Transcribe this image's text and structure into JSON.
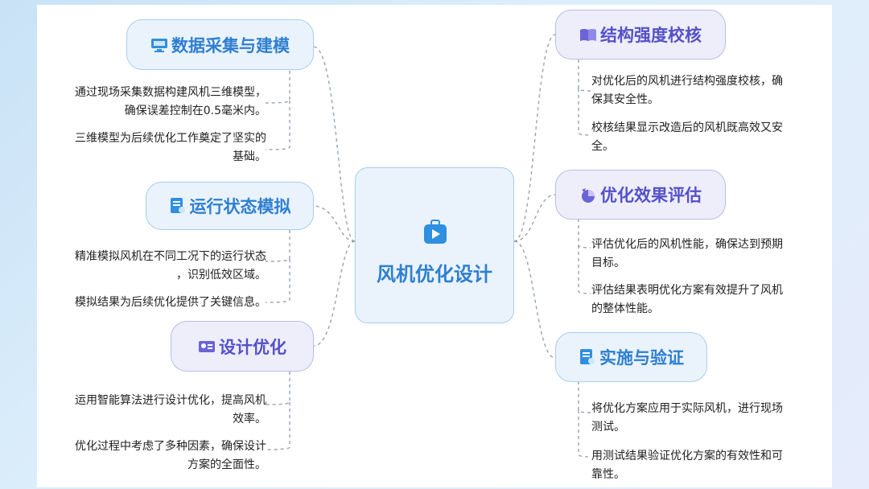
{
  "center": {
    "title": "风机优化设计",
    "icon": "video-box-icon"
  },
  "left": [
    {
      "title": "数据采集与建模",
      "icon": "monitor-icon",
      "color": "#2f7fd1",
      "items": [
        "通过现场采集数据构建风机三维模型，\n确保误差控制在0.5毫米内。",
        "三维模型为后续优化工作奠定了坚实的\n基础。"
      ]
    },
    {
      "title": "运行状态模拟",
      "icon": "document-icon",
      "color": "#2f7fd1",
      "items": [
        "精准模拟风机在不同工况下的运行状态\n，识别低效区域。",
        "模拟结果为后续优化提供了关键信息。"
      ]
    },
    {
      "title": "设计优化",
      "icon": "id-card-icon",
      "color": "#5551c9",
      "items": [
        "运用智能算法进行设计优化，提高风机\n效率。",
        "优化过程中考虑了多种因素，确保设计\n方案的全面性。"
      ]
    }
  ],
  "right": [
    {
      "title": "结构强度校核",
      "icon": "book-icon",
      "color": "#5551c9",
      "items": [
        "对优化后的风机进行结构强度校核，确\n保其安全性。",
        "校核结果显示改造后的风机既高效又安\n全。"
      ]
    },
    {
      "title": "优化效果评估",
      "icon": "chart-icon",
      "color": "#5551c9",
      "items": [
        "评估优化后的风机性能，确保达到预期\n目标。",
        "评估结果表明优化方案有效提升了风机\n的整体性能。"
      ]
    },
    {
      "title": "实施与验证",
      "icon": "document-check-icon",
      "color": "#2f7fd1",
      "items": [
        "将优化方案应用于实际风机，进行现场\n测试。",
        "用测试结果验证优化方案的有效性和可\n靠性。"
      ]
    }
  ]
}
